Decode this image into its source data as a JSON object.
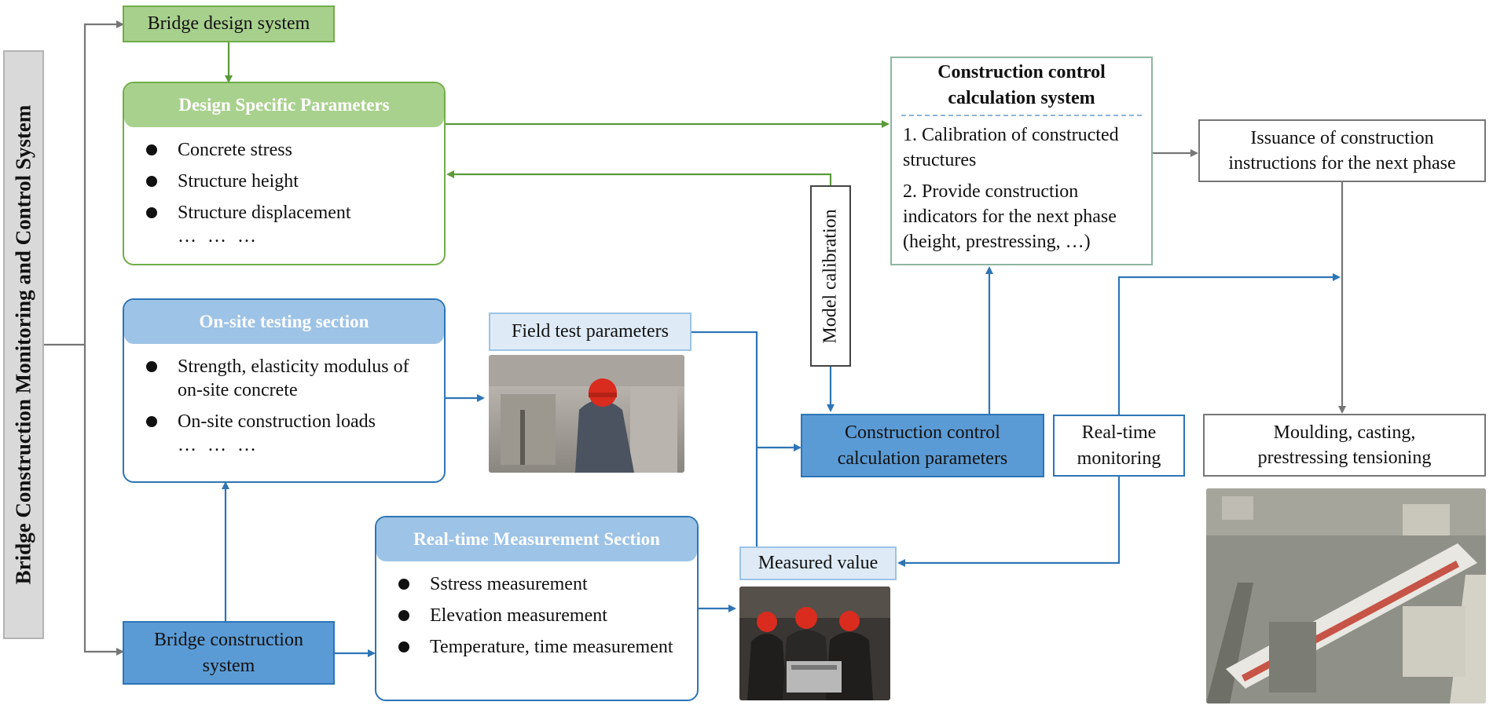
{
  "title": "Bridge Construction Monitoring and Control System",
  "bridge_design_system": "Bridge design system",
  "design_params": {
    "header": "Design Specific Parameters",
    "items": [
      "Concrete stress",
      "Structure height",
      "Structure displacement"
    ],
    "ellipsis": "… … …"
  },
  "onsite": {
    "header": "On-site testing section",
    "items": [
      "Strength, elasticity modulus of on-site concrete",
      "On-site construction loads"
    ],
    "ellipsis": "… … …"
  },
  "realtime_section": {
    "header": "Real-time Measurement Section",
    "items": [
      "Sstress measurement",
      "Elevation measurement",
      "Temperature, time measurement"
    ]
  },
  "bridge_construction_system": "Bridge construction system",
  "field_test_parameters": "Field test parameters",
  "measured_value": "Measured value",
  "model_calibration": "Model calibration",
  "calc_system": {
    "title": "Construction control calculation system",
    "items": [
      "1. Calibration of constructed structures",
      "2. Provide construction indicators for the next phase (height, prestressing, …)"
    ]
  },
  "calc_parameters": "Construction control calculation parameters",
  "realtime_monitoring": "Real-time monitoring",
  "issuance": "Issuance of construction instructions for the next phase",
  "moulding": "Moulding, casting, prestressing tensioning",
  "colors": {
    "green": "#70ad47",
    "blue": "#2e75b6",
    "gray": "#767676"
  }
}
